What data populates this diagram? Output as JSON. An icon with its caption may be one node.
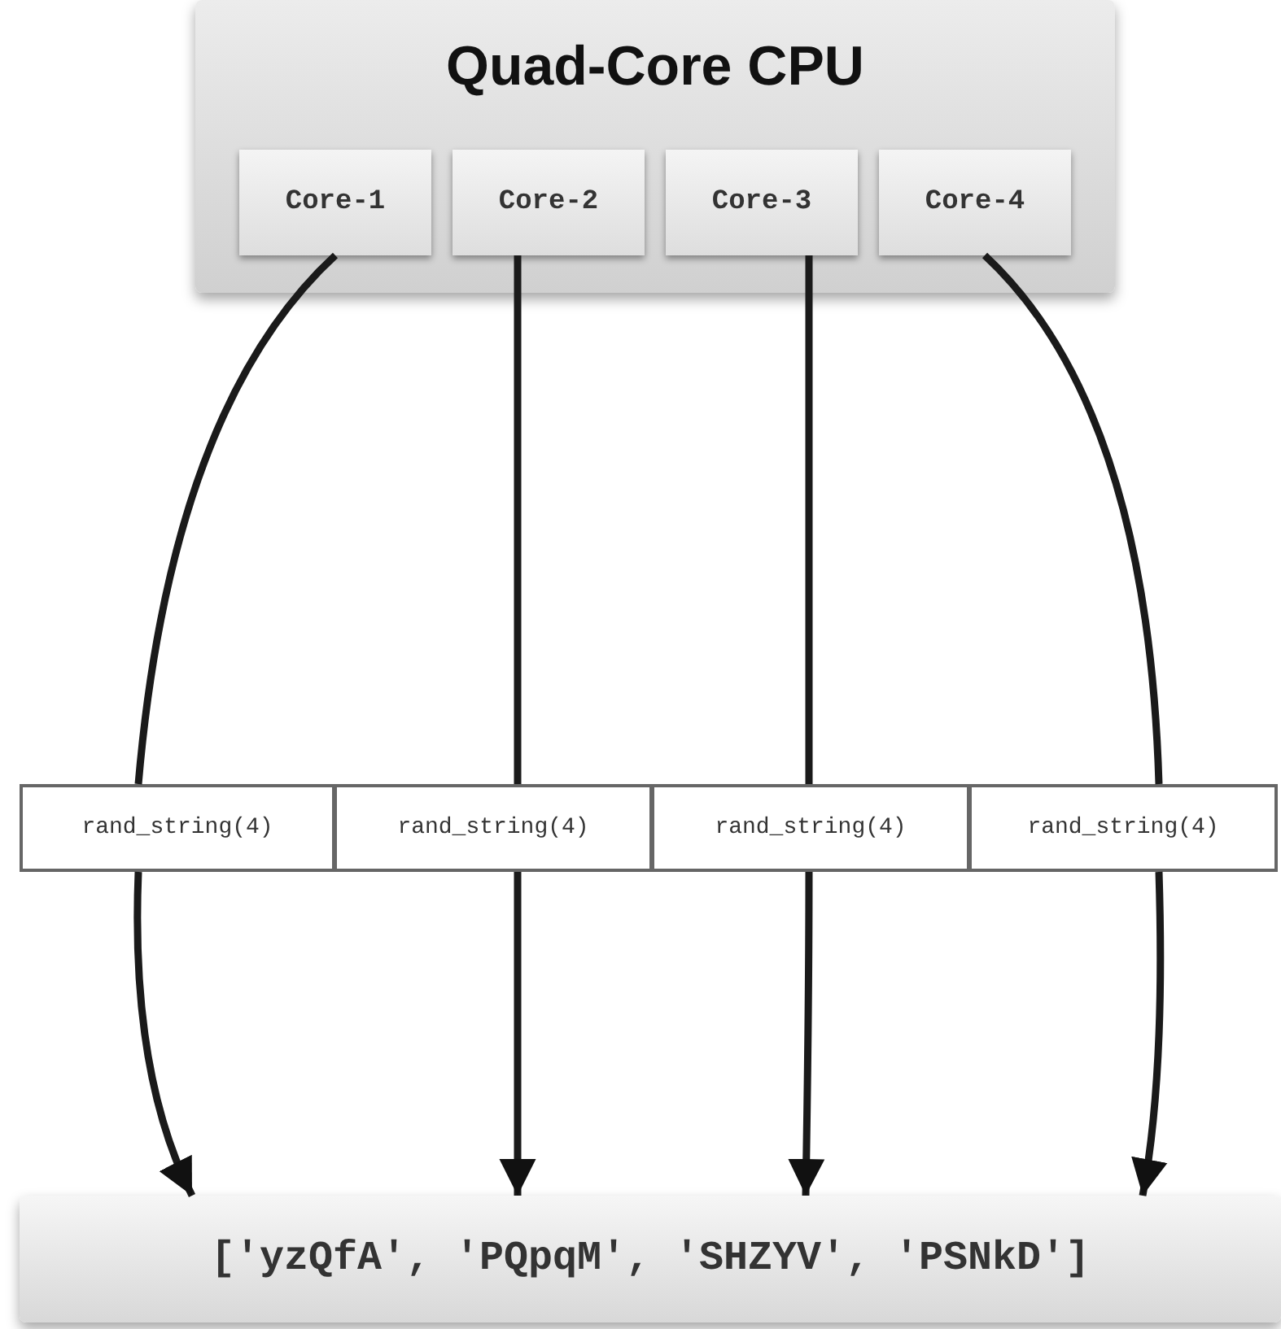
{
  "diagram": {
    "nodes": [
      {
        "text": [
          "Quad-Core CPU"
        ]
      },
      {
        "text": [
          "Core-1"
        ],
        "in": 0
      },
      {
        "text": [
          "Core-2"
        ],
        "in": 0
      },
      {
        "text": [
          "Core-3"
        ],
        "in": 0
      },
      {
        "text": [
          "Core-4"
        ],
        "in": 0
      },
      {
        "text": [
          "rand_string(4)"
        ]
      },
      {
        "text": [
          "rand_string(4)"
        ]
      },
      {
        "text": [
          "rand_string(4)"
        ]
      },
      {
        "text": [
          "rand_string(4)"
        ]
      },
      {
        "text": [
          "['yzQfA', 'PQpqM', 'SHZYV', 'PSNkD']"
        ]
      }
    ],
    "edges": [
      {
        "from": 1,
        "to": 5,
        "arrow": "none"
      },
      {
        "from": 2,
        "to": 6,
        "arrow": "none"
      },
      {
        "from": 3,
        "to": 7,
        "arrow": "none"
      },
      {
        "from": 4,
        "to": 8,
        "arrow": "none"
      },
      {
        "from": 5,
        "to": 9,
        "arrow": "to"
      },
      {
        "from": 6,
        "to": 9,
        "arrow": "to"
      },
      {
        "from": 7,
        "to": 9,
        "arrow": "to"
      },
      {
        "from": 8,
        "to": 9,
        "arrow": "to"
      }
    ]
  }
}
